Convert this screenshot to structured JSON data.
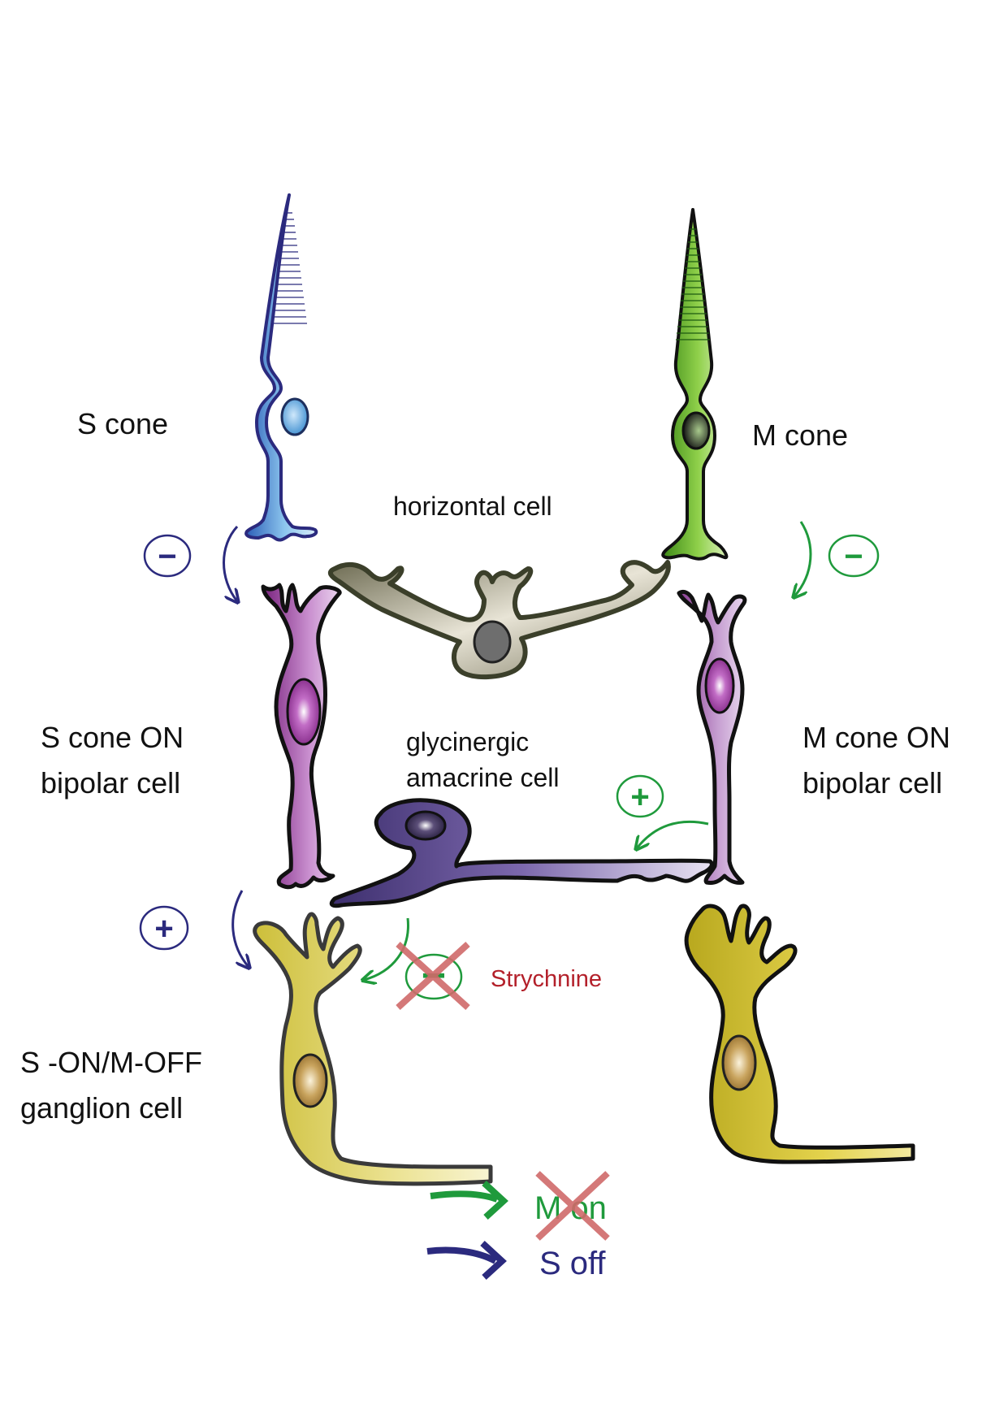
{
  "labels": {
    "s_cone": "S cone",
    "m_cone": "M cone",
    "horizontal_cell": "horizontal cell",
    "s_bipolar_line1": "S cone ON",
    "s_bipolar_line2": "bipolar cell",
    "m_bipolar_line1": "M cone ON",
    "m_bipolar_line2": "bipolar cell",
    "amacrine_line1": "glycinergic",
    "amacrine_line2": "amacrine cell",
    "ganglion_line1": "S -ON/M-OFF",
    "ganglion_line2": "ganglion cell",
    "drug": "Strychnine"
  },
  "signs": {
    "s_cone_to_bipolar": "−",
    "m_cone_to_bipolar": "−",
    "s_bipolar_to_ganglion": "+",
    "m_bipolar_to_amacrine": "+",
    "amacrine_to_ganglion": "−"
  },
  "outputs": {
    "m_on": "M on",
    "s_off": "S off"
  },
  "colors": {
    "s_pathway": "#2b2a7e",
    "m_pathway": "#1f9a3c",
    "blocked": "#d06a6a",
    "drug_text": "#b3202a",
    "s_cone_fill": "#5fa6dc",
    "m_cone_fill": "#6cbb2c",
    "horizontal_fill": "#8a8a72",
    "bipolar_fill": "#9b4fa3",
    "amacrine_fill": "#5b4a8c",
    "ganglion_fill": "#e0d35a"
  }
}
